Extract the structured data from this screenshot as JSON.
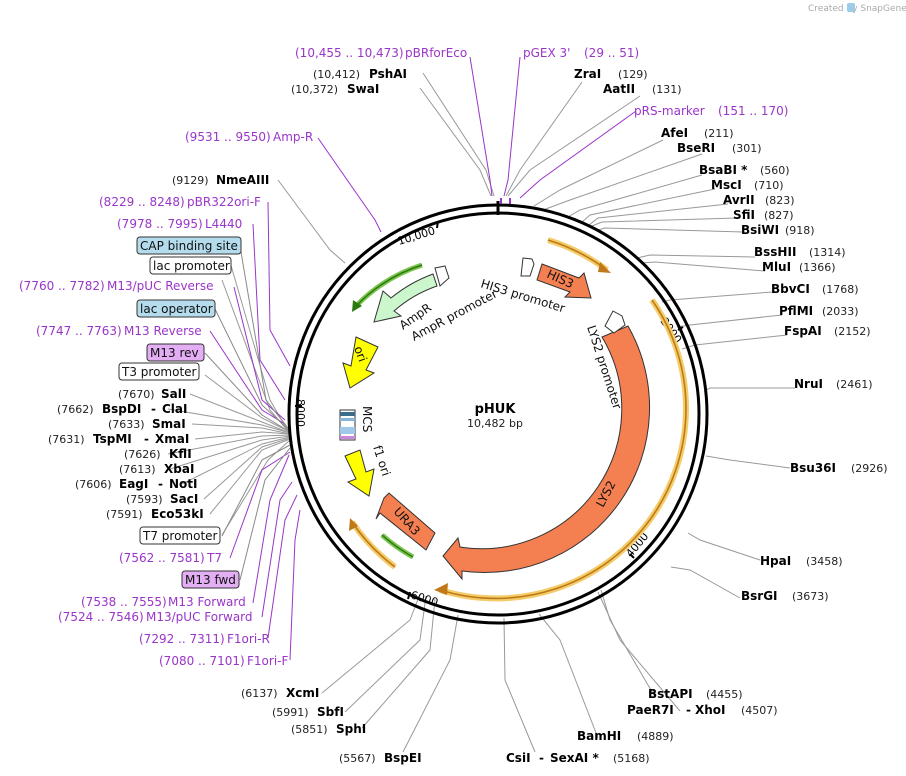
{
  "watermark": "Created by SnapGene",
  "plasmid": {
    "name": "pHUK",
    "size": "10,482 bp"
  },
  "ticks": [
    "10,000",
    "2000",
    "4000",
    "6000",
    "8000"
  ],
  "features_on_map": {
    "his3": "HIS3",
    "his3_promoter": "HIS3 promoter",
    "lys2": "LYS2",
    "lys2_promoter": "LYS2 promoter",
    "ampr": "AmpR",
    "ampr_promoter": "AmpR promoter",
    "ori": "ori",
    "mcs": "MCS",
    "f1ori": "f1 ori",
    "ura3": "URA3"
  },
  "right_labels": [
    {
      "name": "ZraI",
      "pos": "(129)"
    },
    {
      "name": "AatII",
      "pos": "(131)"
    },
    {
      "primer": "pRS-marker",
      "range": "(151 .. 170)"
    },
    {
      "name": "AfeI",
      "pos": "(211)"
    },
    {
      "name": "BseRI",
      "pos": "(301)"
    },
    {
      "name": "BsaBI *",
      "pos": "(560)"
    },
    {
      "name": "MscI",
      "pos": "(710)"
    },
    {
      "name": "AvrII",
      "pos": "(823)"
    },
    {
      "name": "SfiI",
      "pos": "(827)"
    },
    {
      "name": "BsiWI",
      "pos": "(918)"
    },
    {
      "name": "BssHII",
      "pos": "(1314)"
    },
    {
      "name": "MluI",
      "pos": "(1366)"
    },
    {
      "name": "BbvCI",
      "pos": "(1768)"
    },
    {
      "name": "PflMI",
      "pos": "(2033)"
    },
    {
      "name": "FspAI",
      "pos": "(2152)"
    },
    {
      "name": "NruI",
      "pos": "(2461)"
    },
    {
      "name": "Bsu36I",
      "pos": "(2926)"
    },
    {
      "name": "HpaI",
      "pos": "(3458)"
    },
    {
      "name": "BsrGI",
      "pos": "(3673)"
    },
    {
      "name": "BstAPI",
      "pos": "(4455)"
    },
    {
      "name": "PaeR7I",
      "name2": "XhoI",
      "pos": "(4507)"
    },
    {
      "name": "BamHI",
      "pos": "(4889)"
    },
    {
      "name": "CsiI",
      "name2": "SexAI *",
      "pos": "(5168)"
    }
  ],
  "top_labels": {
    "pbr_primer": {
      "range": "(10,455 .. 10,473)",
      "name": "pBRforEco"
    },
    "pgex_primer": {
      "name": "pGEX 3'",
      "range": "(29 .. 51)"
    },
    "psha": {
      "pos": "(10,412)",
      "name": "PshAI"
    },
    "swa": {
      "pos": "(10,372)",
      "name": "SwaI"
    }
  },
  "left_labels": [
    {
      "primer": "Amp-R",
      "range": "(9531 .. 9550)"
    },
    {
      "name": "NmeAIII",
      "pos": "(9129)"
    },
    {
      "primer": "pBR322ori-F",
      "range": "(8229 .. 8248)"
    },
    {
      "primer": "L4440",
      "range": "(7978 .. 7995)"
    },
    {
      "box": "CAP binding site"
    },
    {
      "box": "lac promoter"
    },
    {
      "primer": "M13/pUC Reverse",
      "range": "(7760 .. 7782)"
    },
    {
      "box": "lac operator"
    },
    {
      "primer": "M13 Reverse",
      "range": "(7747 .. 7763)"
    },
    {
      "box": "M13 rev"
    },
    {
      "box": "T3 promoter"
    },
    {
      "name": "SalI",
      "pos": "(7670)"
    },
    {
      "name": "BspDI",
      "name2": "ClaI",
      "pos": "(7662)"
    },
    {
      "name": "SmaI",
      "pos": "(7633)"
    },
    {
      "name": "TspMI",
      "name2": "XmaI",
      "pos": "(7631)"
    },
    {
      "name": "KflI",
      "pos": "(7626)"
    },
    {
      "name": "XbaI",
      "pos": "(7613)"
    },
    {
      "name": "EagI",
      "name2": "NotI",
      "pos": "(7606)"
    },
    {
      "name": "SacI",
      "pos": "(7593)"
    },
    {
      "name": "Eco53kI",
      "pos": "(7591)"
    },
    {
      "box": "T7 promoter"
    },
    {
      "primer": "T7",
      "range": "(7562 .. 7581)"
    },
    {
      "box": "M13 fwd"
    },
    {
      "primer": "M13 Forward",
      "range": "(7538 .. 7555)"
    },
    {
      "primer": "M13/pUC Forward",
      "range": "(7524 .. 7546)"
    },
    {
      "primer": "F1ori-R",
      "range": "(7292 .. 7311)"
    },
    {
      "primer": "F1ori-F",
      "range": "(7080 .. 7101)"
    }
  ],
  "bottom_labels": [
    {
      "name": "XcmI",
      "pos": "(6137)"
    },
    {
      "name": "SbfI",
      "pos": "(5991)"
    },
    {
      "name": "SphI",
      "pos": "(5851)"
    },
    {
      "name": "BspEI",
      "pos": "(5567)"
    }
  ]
}
